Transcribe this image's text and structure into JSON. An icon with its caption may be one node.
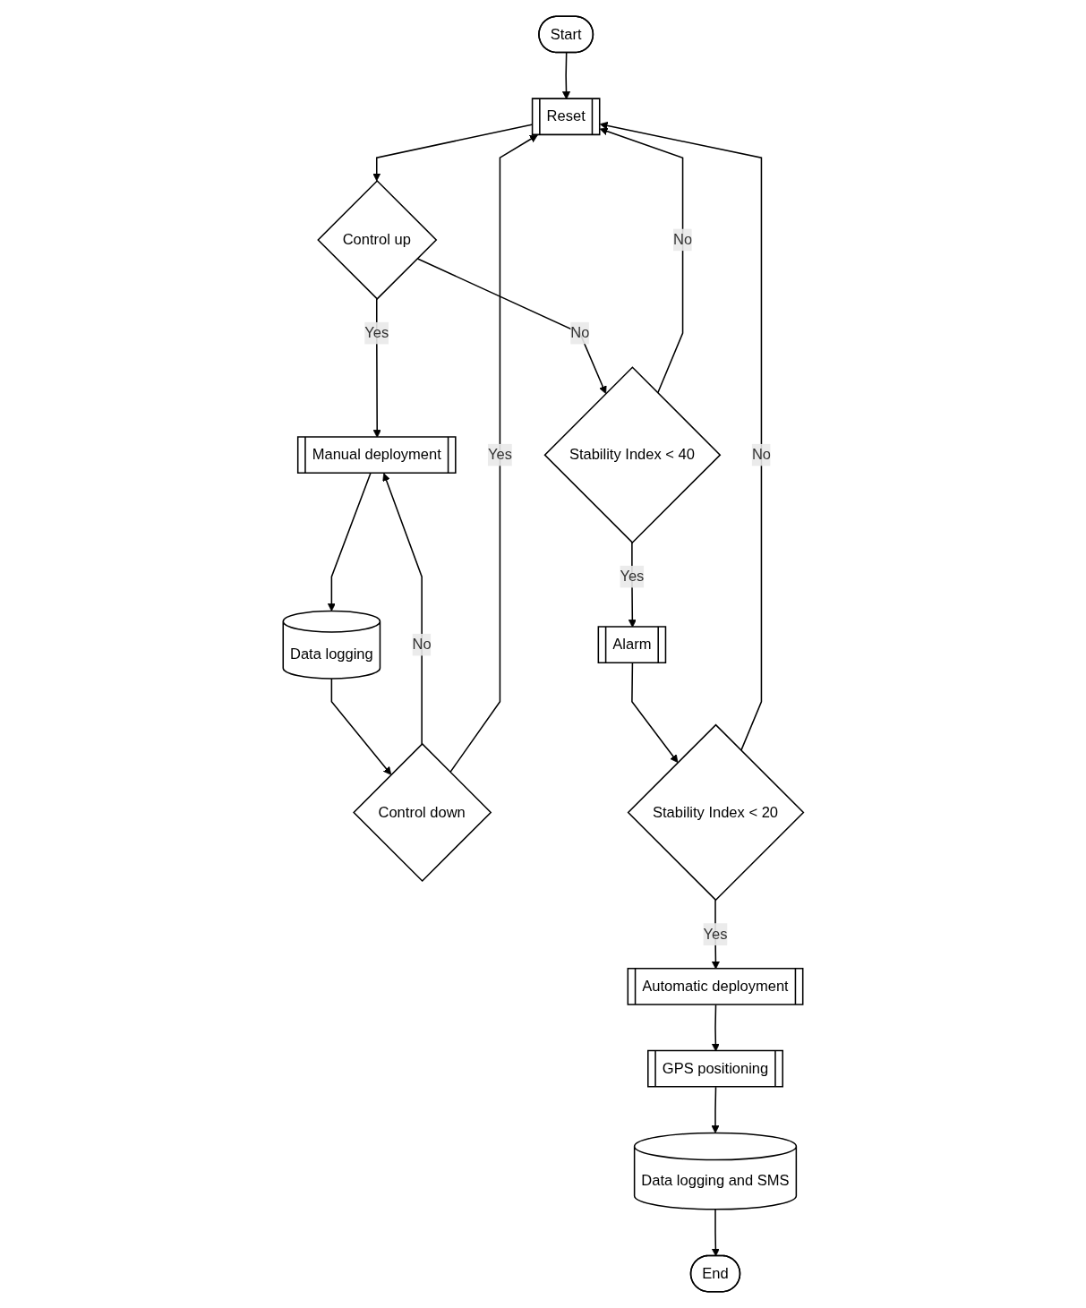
{
  "diagram": {
    "nodes": [
      {
        "text": [
          "Start"
        ]
      },
      {
        "text": [
          "Reset"
        ]
      },
      {
        "text": [
          "Control up"
        ]
      },
      {
        "text": [
          "Manual deployment"
        ]
      },
      {
        "text": [
          "Data logging"
        ]
      },
      {
        "text": [
          "Stability Index < 40"
        ]
      },
      {
        "text": [
          "Control down"
        ]
      },
      {
        "text": [
          "Alarm"
        ]
      },
      {
        "text": [
          "Stability Index < 20"
        ]
      },
      {
        "text": [
          "Automatic deployment"
        ]
      },
      {
        "text": [
          "GPS positioning"
        ]
      },
      {
        "text": [
          "Data logging and SMS"
        ]
      },
      {
        "text": [
          "End"
        ]
      }
    ],
    "edges": [
      {
        "from": 0,
        "to": 1,
        "arrow": "to"
      },
      {
        "from": 1,
        "to": 2,
        "arrow": "to"
      },
      {
        "from": 2,
        "to": 3,
        "arrow": "to",
        "label": "Yes"
      },
      {
        "from": 2,
        "to": 5,
        "arrow": "to",
        "label": "No"
      },
      {
        "from": 3,
        "to": 4,
        "arrow": "to"
      },
      {
        "from": 4,
        "to": 6,
        "arrow": "to"
      },
      {
        "from": 6,
        "to": 3,
        "arrow": "to",
        "label": "No"
      },
      {
        "from": 6,
        "to": 1,
        "arrow": "to",
        "label": "Yes"
      },
      {
        "from": 5,
        "to": 1,
        "arrow": "to",
        "label": "No"
      },
      {
        "from": 5,
        "to": 7,
        "arrow": "to",
        "label": "Yes"
      },
      {
        "from": 7,
        "to": 8,
        "arrow": "to"
      },
      {
        "from": 8,
        "to": 1,
        "arrow": "to",
        "label": "No"
      },
      {
        "from": 8,
        "to": 9,
        "arrow": "to",
        "label": "Yes"
      },
      {
        "from": 9,
        "to": 10,
        "arrow": "to"
      },
      {
        "from": 10,
        "to": 11,
        "arrow": "to"
      },
      {
        "from": 11,
        "to": 12,
        "arrow": "to"
      }
    ]
  }
}
